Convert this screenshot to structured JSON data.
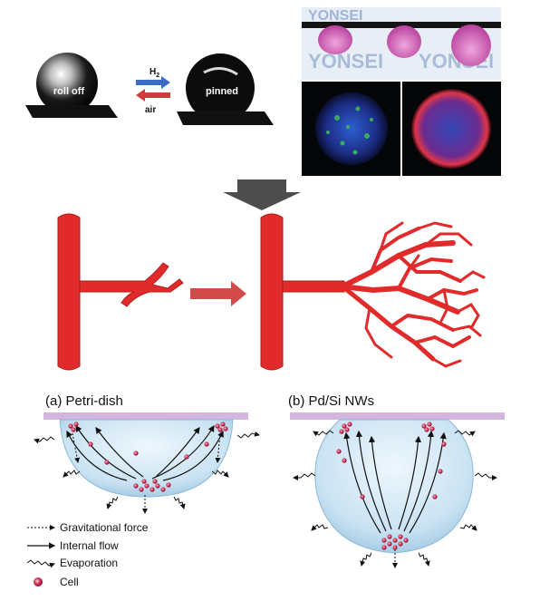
{
  "top_left": {
    "droplet_left_label": "roll off",
    "droplet_right_label": "pinned",
    "arrow_top_label_main": "H",
    "arrow_top_label_sub": "2",
    "arrow_bottom_label": "air",
    "colors": {
      "h2_arrow": "#3a6cc4",
      "air_arrow": "#d23b3b"
    }
  },
  "top_right_photo": {
    "background_text_left": "YONSEI",
    "background_text_right": "YONSEI",
    "droplet_color": "#d65db9",
    "spheroid_left_colors": [
      "#2a3ea8",
      "#3fa34a"
    ],
    "spheroid_right_colors": [
      "#2a3ea8",
      "#e0354a"
    ]
  },
  "vessel_panel": {
    "vessel_color": "#e12a2a",
    "arrow_color": "#d24a4a",
    "down_arrow_color": "#4d4d4d"
  },
  "panel_a": {
    "title": "(a) Petri-dish"
  },
  "panel_b": {
    "title": "(b) Pd/Si NWs"
  },
  "legend": {
    "gravitational_force": "Gravitational force",
    "internal_flow": "Internal flow",
    "evaporation": "Evaporation",
    "cell": "Cell"
  },
  "colors": {
    "substrate": "#d3b6dd",
    "droplet_fill": "#c9e2f2",
    "cell": "#d43a5a"
  }
}
